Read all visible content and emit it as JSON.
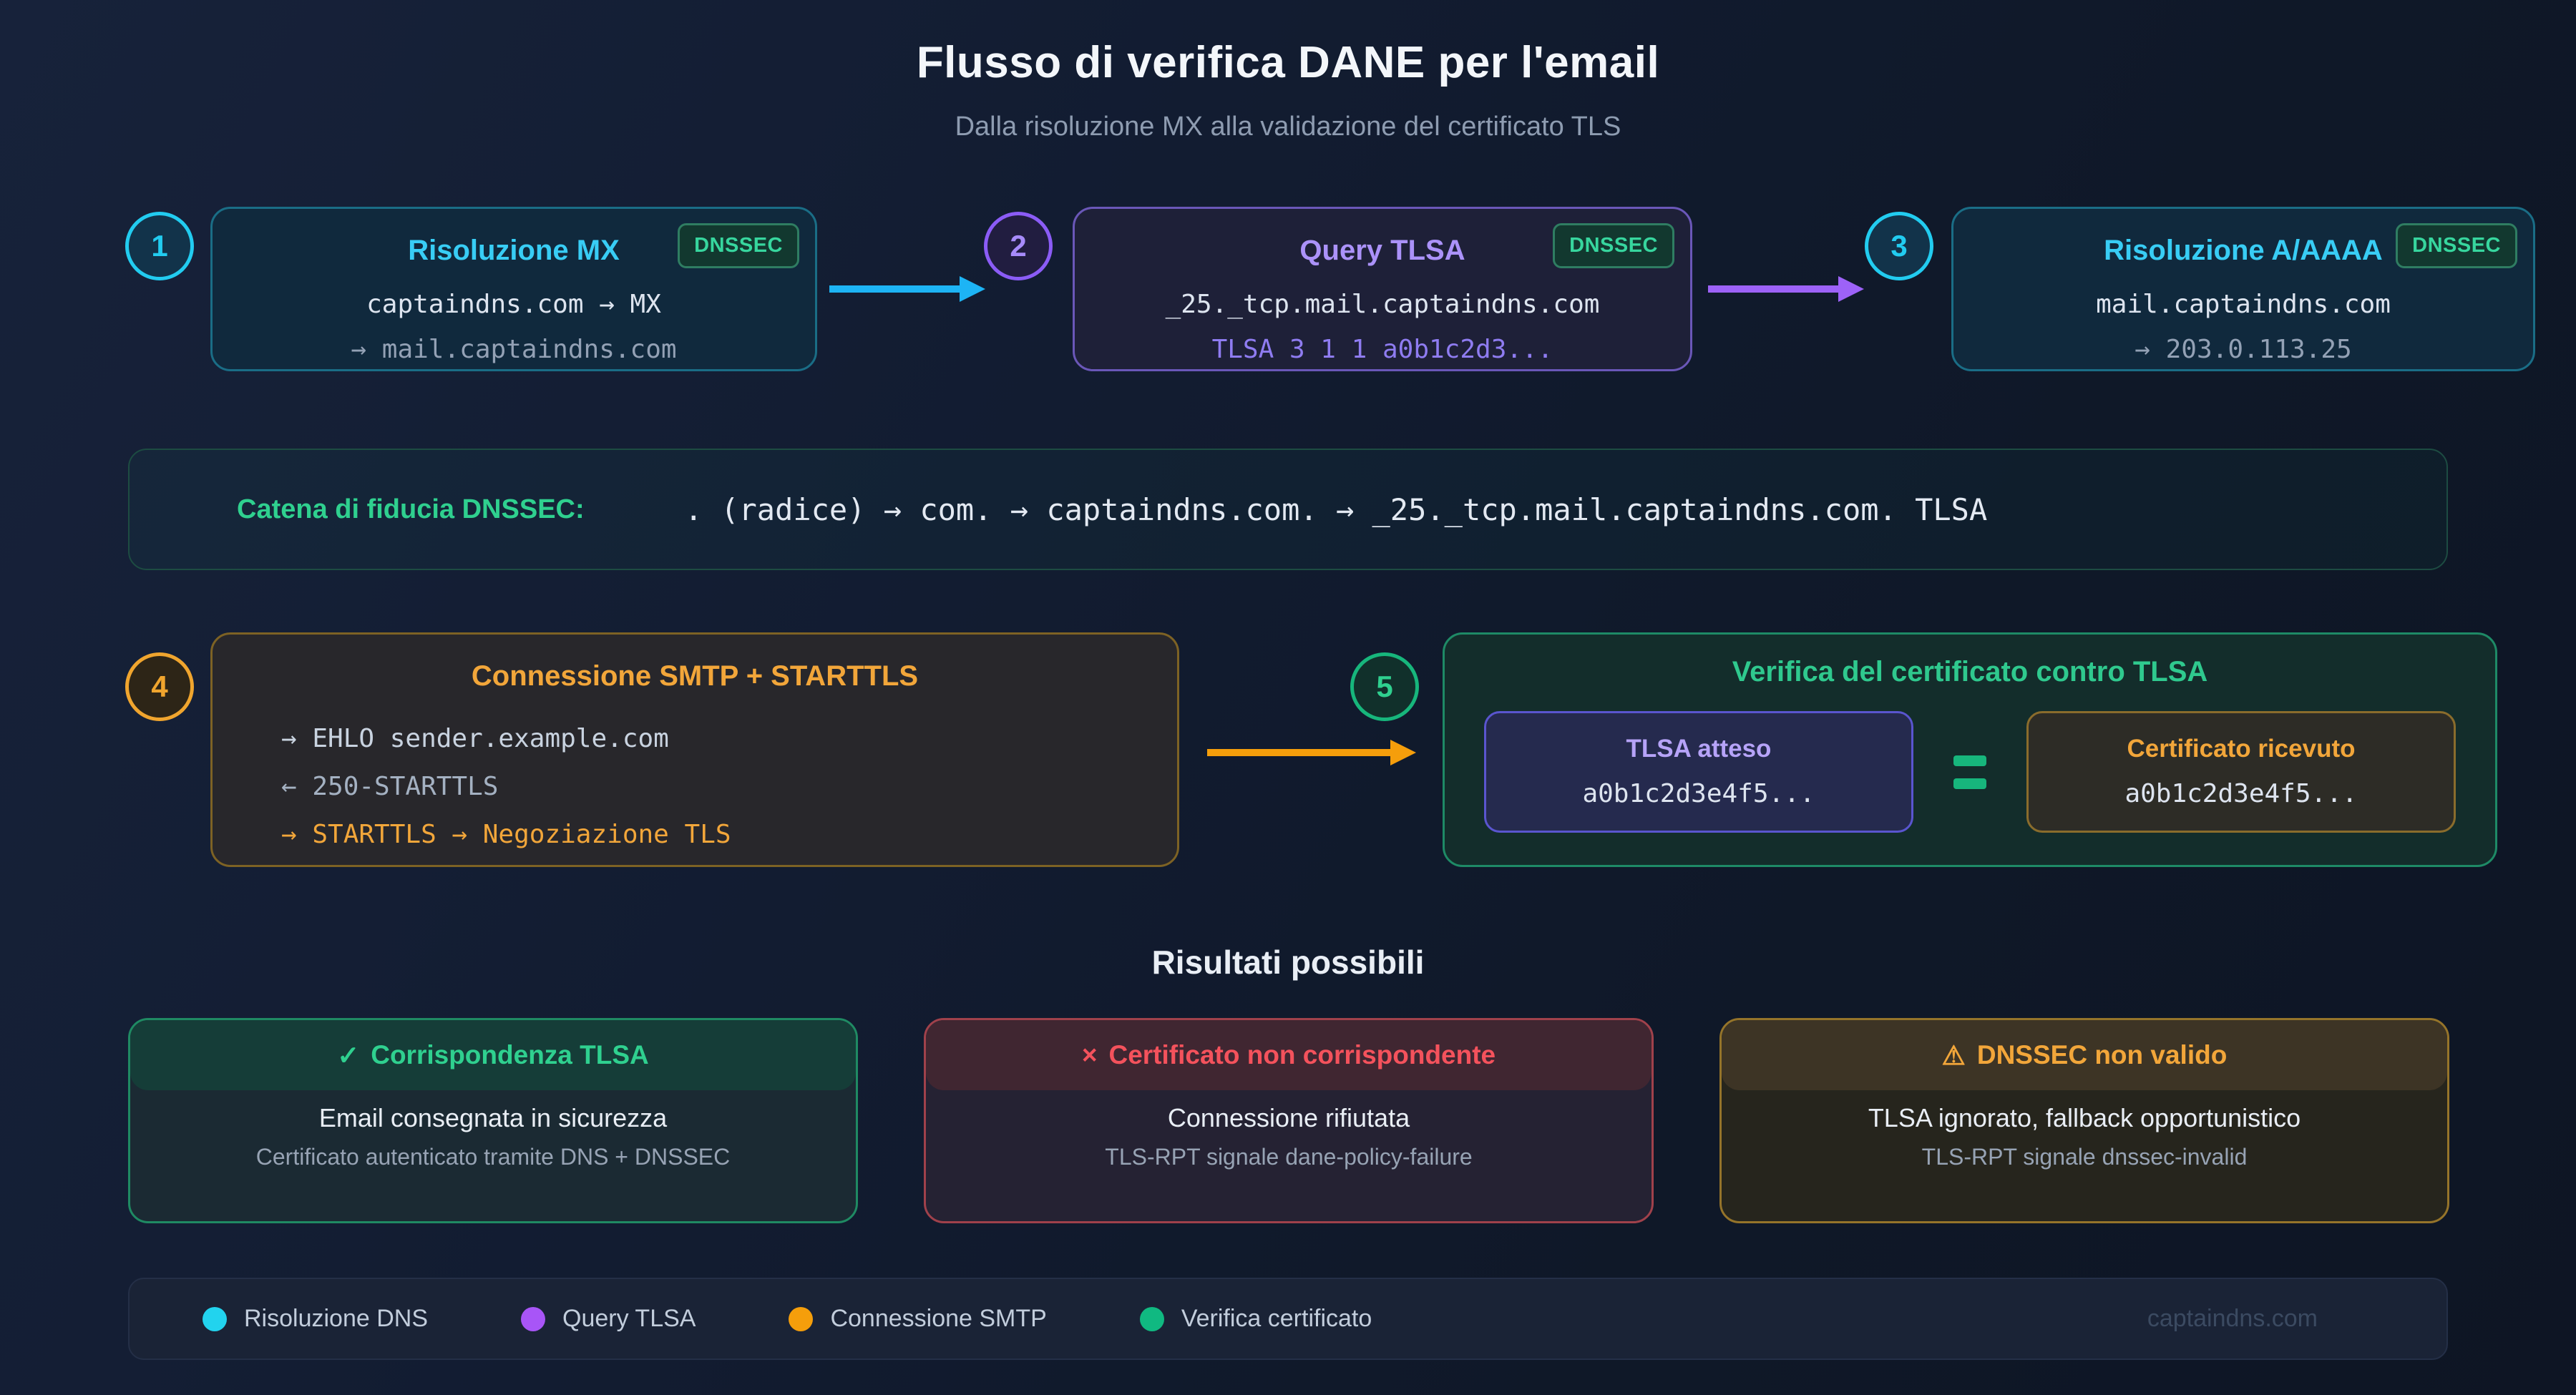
{
  "header": {
    "title": "Flusso di verifica DANE per l'email",
    "subtitle": "Dalla risoluzione MX alla validazione del certificato TLS"
  },
  "steps": [
    {
      "num": "1",
      "title": "Risoluzione MX",
      "badge": "DNSSEC",
      "line1": "captaindns.com → MX",
      "line2": "→ mail.captaindns.com"
    },
    {
      "num": "2",
      "title": "Query TLSA",
      "badge": "DNSSEC",
      "line1": "_25._tcp.mail.captaindns.com",
      "line2": "TLSA 3 1 1 a0b1c2d3..."
    },
    {
      "num": "3",
      "title": "Risoluzione A/AAAA",
      "badge": "DNSSEC",
      "line1": "mail.captaindns.com",
      "line2": "→ 203.0.113.25"
    },
    {
      "num": "4",
      "title": "Connessione SMTP + STARTTLS",
      "lines": [
        "→ EHLO sender.example.com",
        "← 250-STARTTLS",
        "→ STARTTLS → Negoziazione TLS"
      ]
    },
    {
      "num": "5",
      "title": "Verifica del certificato contro TLSA",
      "compare": {
        "left_label": "TLSA atteso",
        "left_value": "a0b1c2d3e4f5...",
        "equals": "=",
        "right_label": "Certificato ricevuto",
        "right_value": "a0b1c2d3e4f5..."
      }
    }
  ],
  "chain": {
    "label": "Catena di fiducia DNSSEC:",
    "value": ". (radice) → com. → captaindns.com. → _25._tcp.mail.captaindns.com. TLSA"
  },
  "results_heading": "Risultati possibili",
  "results": [
    {
      "icon": "✓",
      "title": "Corrispondenza TLSA",
      "line1": "Email consegnata in sicurezza",
      "line2": "Certificato autenticato tramite DNS + DNSSEC"
    },
    {
      "icon": "×",
      "title": "Certificato non corrispondente",
      "line1": "Connessione rifiutata",
      "line2": "TLS-RPT signale dane-policy-failure"
    },
    {
      "icon": "⚠",
      "title": "DNSSEC non valido",
      "line1": "TLSA ignorato, fallback opportunistico",
      "line2": "TLS-RPT signale dnssec-invalid"
    }
  ],
  "legend": {
    "items": [
      {
        "label": "Risoluzione DNS",
        "color": "#22d3ee"
      },
      {
        "label": "Query TLSA",
        "color": "#a855f7"
      },
      {
        "label": "Connessione SMTP",
        "color": "#f59e0b"
      },
      {
        "label": "Verifica certificato",
        "color": "#10b981"
      }
    ],
    "brand": "captaindns.com"
  },
  "colors": {
    "cyan": "#22ccf0",
    "purple": "#8b5cf6",
    "amber": "#f0a52e",
    "green": "#17b67c",
    "red": "#f4525c",
    "badge_green": "#37d69e",
    "background": "#121c31"
  }
}
